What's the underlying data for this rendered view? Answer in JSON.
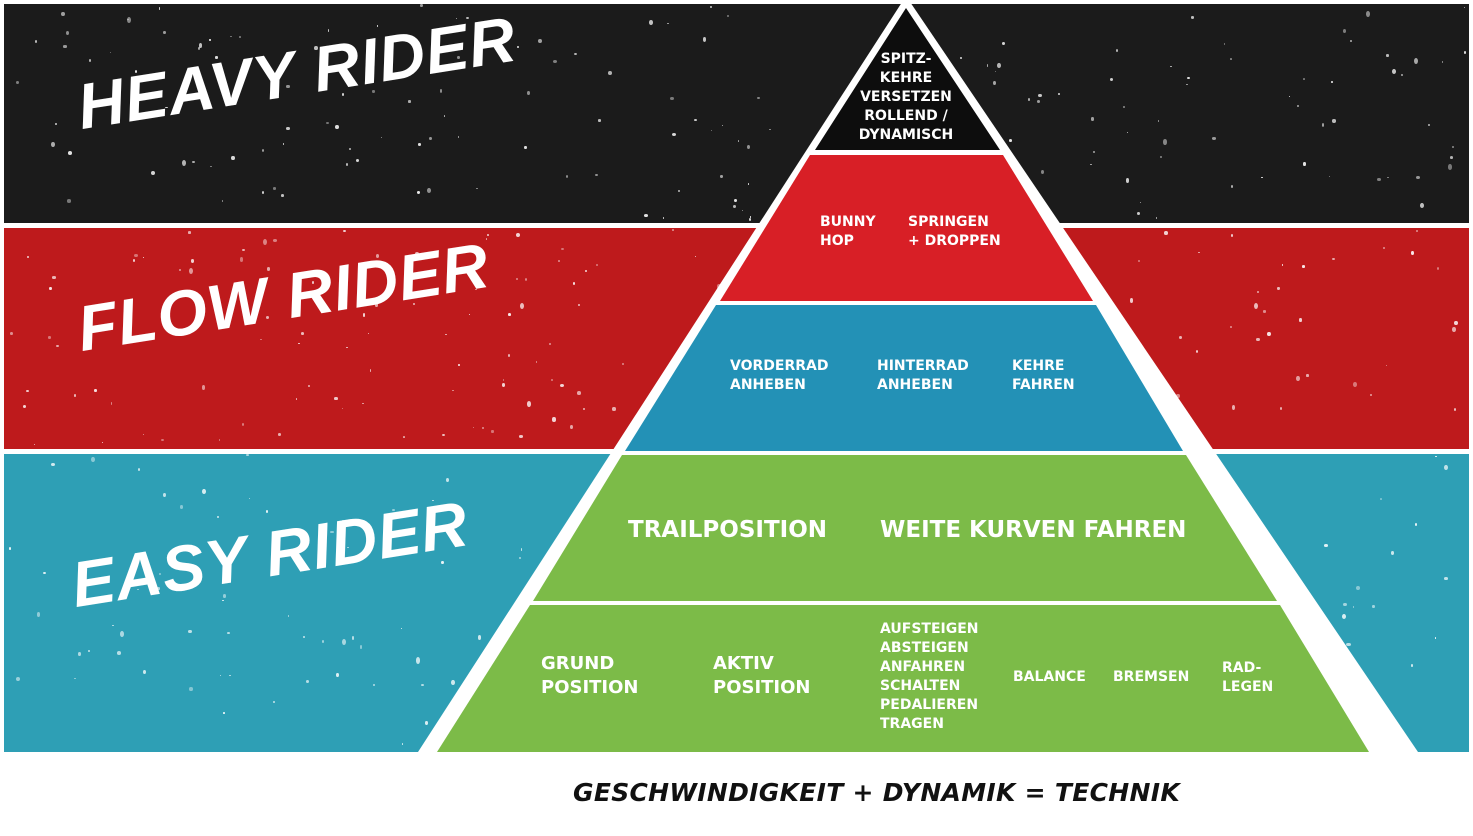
{
  "colors": {
    "heavy": "#1b1b1b",
    "flow": "#be1a1c",
    "easy": "#2e9fb5",
    "pyramid_top": "#0d0d0d",
    "pyramid_red": "#d81f26",
    "pyramid_blue": "#2391b6",
    "pyramid_green": "#7cbb48"
  },
  "levels": {
    "heavy": "HEAVY RIDER",
    "flow": "FLOW RIDER",
    "easy": "EASY RIDER"
  },
  "pyramid": {
    "tier1": {
      "spitzkehre": "SPITZ-\nKEHRE\nVERSETZEN\nROLLEND /\nDYNAMISCH"
    },
    "tier2": {
      "bunny_hop": "BUNNY\nHOP",
      "springen": "SPRINGEN\n+ DROPPEN"
    },
    "tier3": {
      "vorderrad": "VORDERRAD\nANHEBEN",
      "hinterrad": "HINTERRAD\nANHEBEN",
      "kehre": "KEHRE\nFAHREN"
    },
    "tier4": {
      "trailposition": "TRAILPOSITION",
      "weite_kurven": "WEITE KURVEN FAHREN"
    },
    "tier5": {
      "grund": "GRUND\nPOSITION",
      "aktiv": "AKTIV\nPOSITION",
      "aufsteigen": "AUFSTEIGEN\nABSTEIGEN\nANFAHREN\nSCHALTEN\nPEDALIEREN\nTRAGEN",
      "balance": "BALANCE",
      "bremsen": "BREMSEN",
      "radlegen": "RAD-\nLEGEN"
    }
  },
  "formula": "GESCHWINDIGKEIT + DYNAMIK = TECHNIK"
}
